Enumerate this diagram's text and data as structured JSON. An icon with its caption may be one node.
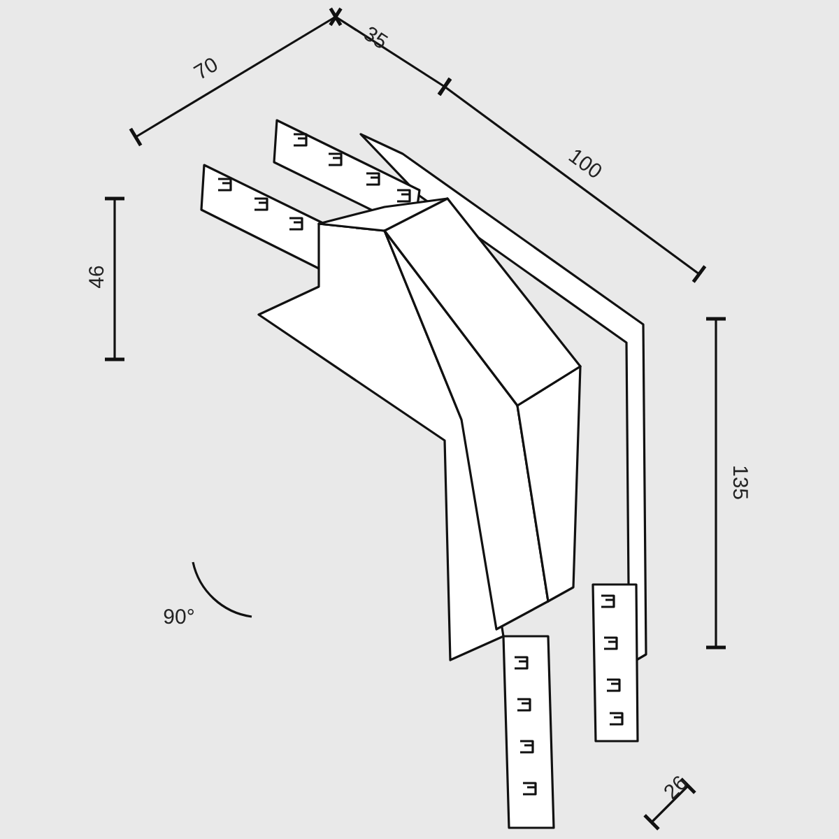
{
  "diagram": {
    "labels": [
      "70",
      "35",
      "100",
      "46",
      "135",
      "90°",
      "26"
    ]
  }
}
